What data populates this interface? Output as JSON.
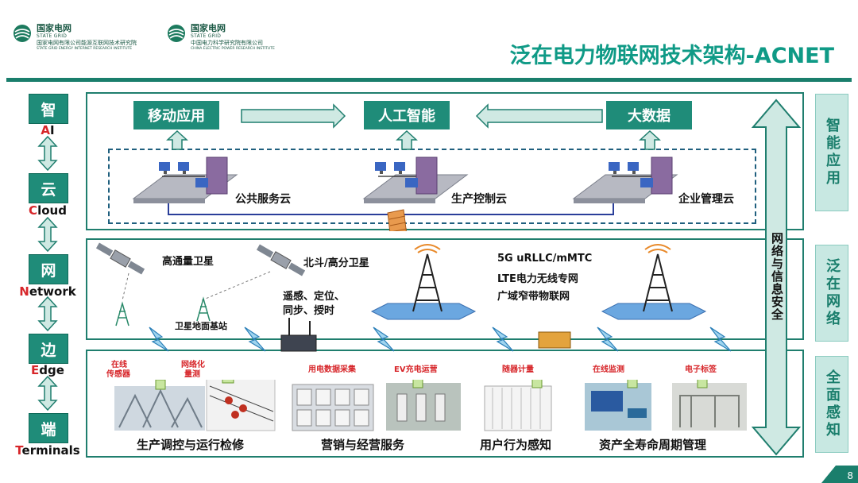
{
  "header": {
    "logo1": {
      "cn": "国家电网",
      "en": "STATE GRID",
      "sub": "国家电网有限公司能源互联网技术研究院",
      "sub_en": "STATE GRID ENERGY INTERNET RESEARCH INSTITUTE"
    },
    "logo2": {
      "cn": "国家电网",
      "en": "STATE GRID",
      "sub": "中国电力科学研究院有限公司",
      "sub_en": "CHINA ELECTRIC POWER RESEARCH INSTITUTE"
    },
    "title": "泛在电力物联网技术架构-ACNET"
  },
  "left_column": [
    {
      "box": "智",
      "label_first": "A",
      "label_rest": "I"
    },
    {
      "box": "云",
      "label_first": "C",
      "label_rest": "loud"
    },
    {
      "box": "网",
      "label_first": "N",
      "label_rest": "etwork"
    },
    {
      "box": "边",
      "label_first": "E",
      "label_rest": "dge"
    },
    {
      "box": "端",
      "label_first": "T",
      "label_rest": "erminals"
    }
  ],
  "right_column": [
    "智能应用",
    "泛在网络",
    "全面感知"
  ],
  "cloud_layer": {
    "apps": [
      "移动应用",
      "人工智能",
      "大数据"
    ],
    "clouds": [
      "公共服务云",
      "生产控制云",
      "企业管理云"
    ]
  },
  "network_layer": {
    "satellite1": "高通量卫星",
    "satellite2": "北斗/高分卫星",
    "sat_functions": [
      "遥感、定位、",
      "同步、授时"
    ],
    "ground_station": "卫星地面基站",
    "wireless": [
      "5G uRLLC/mMTC",
      "LTE电力无线专网",
      "广域窄带物联网"
    ]
  },
  "security": "网络与信息安全",
  "perception_layer": {
    "sensor_labels": [
      "在线",
      "传感器",
      "网络化",
      "量测",
      "用电数据采集",
      "EV充电运营",
      "随器计量",
      "在线监测",
      "电子标签"
    ],
    "bottom_labels": [
      "生产调控与运行检修",
      "营销与经营服务",
      "用户行为感知",
      "资产全寿命周期管理"
    ]
  },
  "page_number": "8",
  "colors": {
    "primary": "#1f8c79",
    "title": "#0f9a86",
    "accent_red": "#d7262a",
    "light_panel": "#c8e8e2"
  }
}
